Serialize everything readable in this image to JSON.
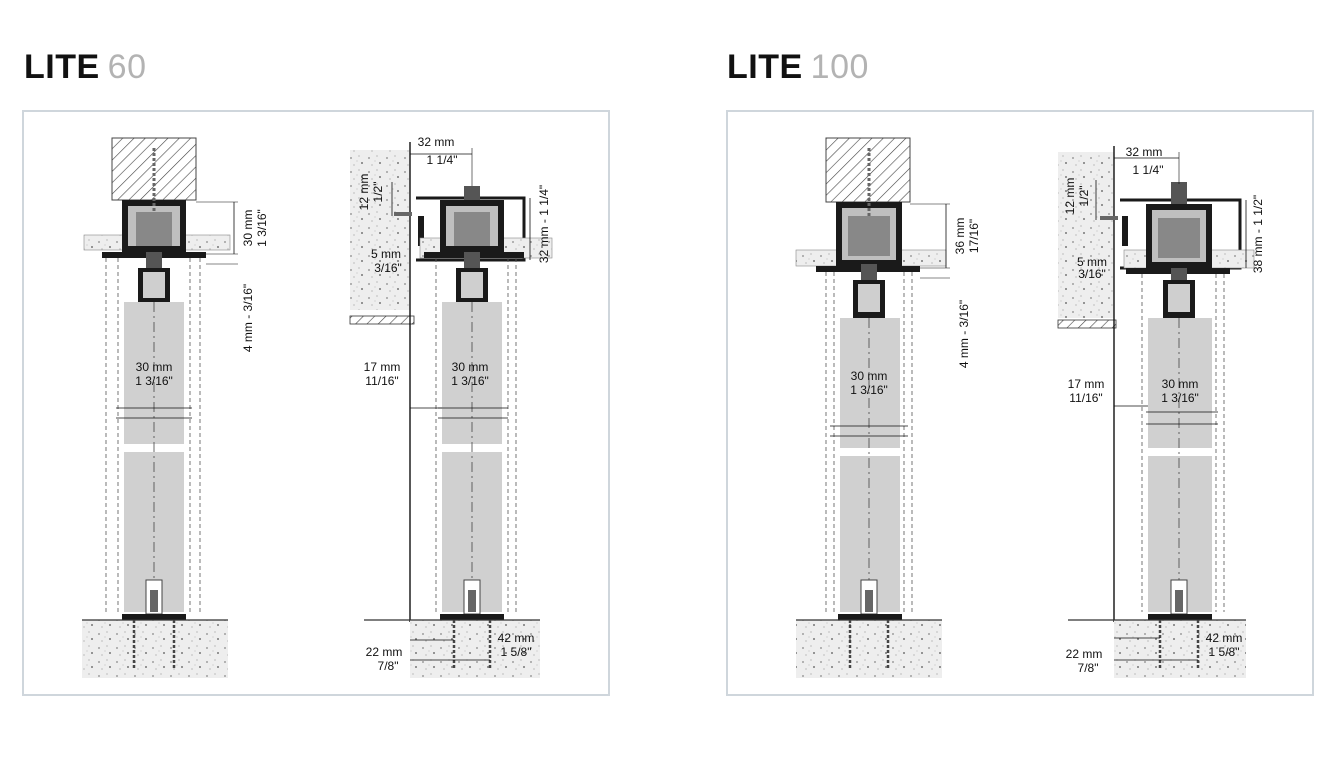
{
  "lite60": {
    "model": "LITE",
    "size": "60",
    "dims": {
      "track_h_mm": "30 mm",
      "track_h_in": "1 3/16\"",
      "gap_mm": "4 mm - 3/16\"",
      "door_w_mm": "30 mm",
      "door_w_in": "1 3/16\"",
      "wall_offset_mm": "32 mm",
      "wall_offset_in": "1 1/4\"",
      "top_mm": "12 mm",
      "top_in": "1/2\"",
      "side_mm": "5 mm",
      "side_in": "3/16\"",
      "bracket_h": "32 mm - 1 1/4\"",
      "wall_gap_mm": "17 mm",
      "wall_gap_in": "11/16\"",
      "door2_w_mm": "30 mm",
      "door2_w_in": "1 3/16\"",
      "guide_mm": "22 mm",
      "guide_in": "7/8\"",
      "guide2_mm": "42 mm",
      "guide2_in": "1 5/8\""
    }
  },
  "lite100": {
    "model": "LITE",
    "size": "100",
    "dims": {
      "track_h_mm": "36 mm",
      "track_h_in": "17/16\"",
      "gap_mm": "4 mm - 3/16\"",
      "door_w_mm": "30 mm",
      "door_w_in": "1 3/16\"",
      "wall_offset_mm": "32 mm",
      "wall_offset_in": "1 1/4\"",
      "top_mm": "12 mm",
      "top_in": "1/2\"",
      "side_mm": "5 mm",
      "side_in": "3/16\"",
      "bracket_h": "38 mm - 1 1/2\"",
      "wall_gap_mm": "17 mm",
      "wall_gap_in": "11/16\"",
      "door2_w_mm": "30 mm",
      "door2_w_in": "1 3/16\"",
      "guide_mm": "22 mm",
      "guide_in": "7/8\"",
      "guide2_mm": "42 mm",
      "guide2_in": "1 5/8\""
    }
  }
}
